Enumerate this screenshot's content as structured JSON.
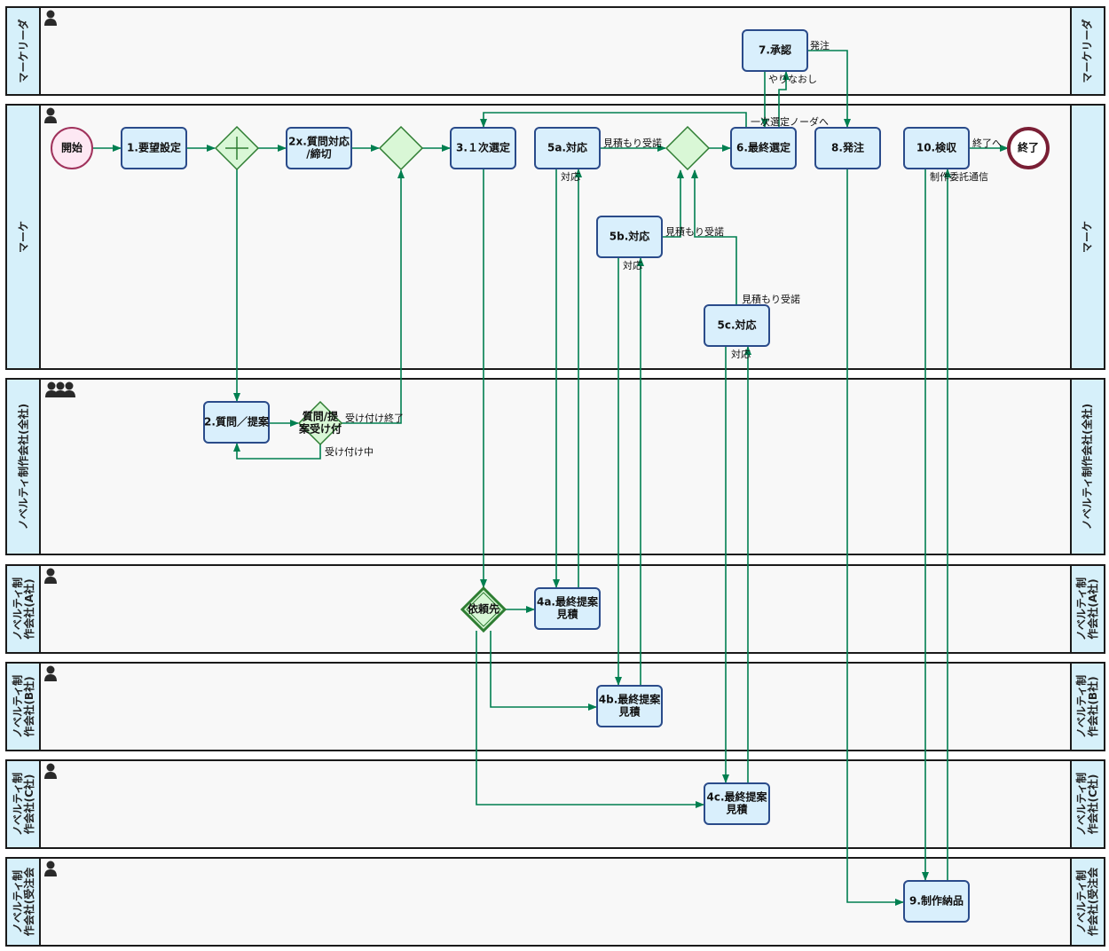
{
  "lanes": [
    {
      "id": "marketer",
      "label": "マーケリーダ",
      "icon": "person-icon"
    },
    {
      "id": "marke",
      "label": "マーケ",
      "icon": "person-icon"
    },
    {
      "id": "all_vendors",
      "label": "ノベルティ制作会社(全社)",
      "icon": "group-icon"
    },
    {
      "id": "vendor_a",
      "label": "ノベルティ制|作会社(A社)",
      "icon": "person-icon"
    },
    {
      "id": "vendor_b",
      "label": "ノベルティ制|作会社(B社)",
      "icon": "person-icon"
    },
    {
      "id": "vendor_c",
      "label": "ノベルティ制|作会社(C社)",
      "icon": "person-icon"
    },
    {
      "id": "vendor_win",
      "label": "ノベルティ制|作会社(受注会",
      "icon": "person-icon"
    }
  ],
  "events": {
    "start": "開始",
    "end": "終了"
  },
  "tasks": {
    "t1": "1.要望設定",
    "t2x": "2x.質問対応|/締切",
    "t3": "3.１次選定",
    "t5a": "5a.対応",
    "t6": "6.最終選定",
    "t8": "8.発注",
    "t10": "10.検収",
    "t7": "7.承認",
    "t5b": "5b.対応",
    "t5c": "5c.対応",
    "t2": "2.質問／提案",
    "t4a": "4a.最終提案|見積",
    "t4b": "4b.最終提案|見積",
    "t4c": "4c.最終提案|見積",
    "t9": "9.制作納品"
  },
  "gateways": {
    "g_qa": "質問/提|案受け付",
    "g_req": "依頼先"
  },
  "edge_labels": {
    "accept_5a": "見積もり受諾",
    "accept_5b": "見積もり受諾",
    "accept_5c": "見積もり受諾",
    "respond_5a": "対応",
    "respond_5b": "対応",
    "respond_5c": "対応",
    "order": "発注",
    "redo": "やりなおし",
    "back_to_first": "一次選定ノーダへ",
    "to_end": "終了へ",
    "contract_notice": "制作委託通信",
    "qa_closed": "受け付け終了",
    "qa_open": "受け付け中"
  },
  "colors": {
    "lane_header": "#d6f0fa",
    "lane_body": "#f8f8f8",
    "task_fill": "#d9effc",
    "task_stroke": "#2a4b8a",
    "arrow": "#007f50",
    "gateway_fill": "#d9f7d6",
    "gateway_stroke": "#2e7d32",
    "end_stroke": "#7a1f35",
    "start_fill": "#fde8f3",
    "start_stroke": "#a0325c"
  }
}
